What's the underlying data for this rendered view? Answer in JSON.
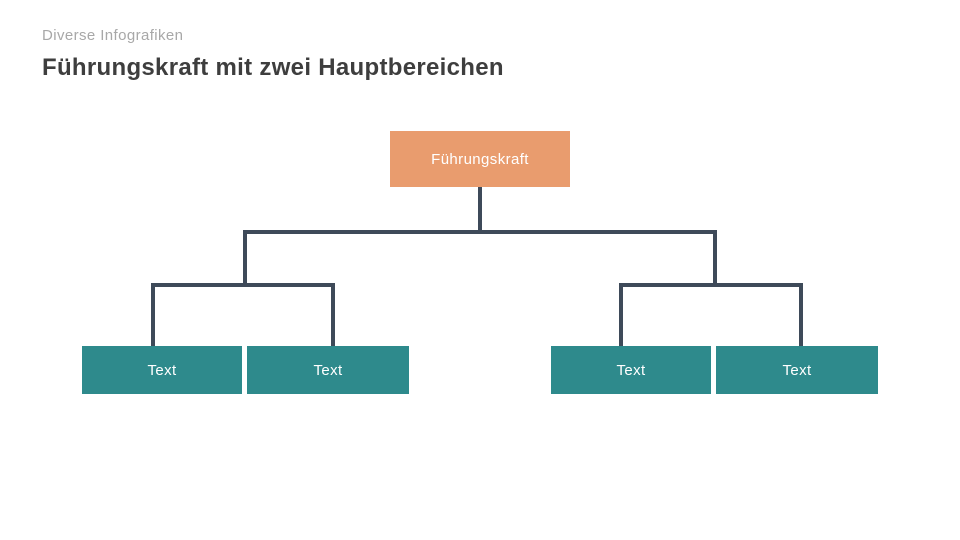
{
  "slide": {
    "kicker": "Diverse Infografiken",
    "title": "Führungskraft mit zwei Hauptbereichen"
  },
  "chart": {
    "type": "org-chart",
    "root": {
      "label": "Führungskraft"
    },
    "branches": [
      {
        "children": [
          {
            "label": "Text"
          },
          {
            "label": "Text"
          }
        ]
      },
      {
        "children": [
          {
            "label": "Text"
          },
          {
            "label": "Text"
          }
        ]
      }
    ]
  },
  "colors": {
    "root_fill": "#e99c6e",
    "node_fill": "#2e8a8c",
    "connector": "#3e4a59",
    "node_text": "#ffffff",
    "title_text": "#3e3e3e",
    "kicker_text": "#a8a8a8",
    "background": "#ffffff"
  }
}
